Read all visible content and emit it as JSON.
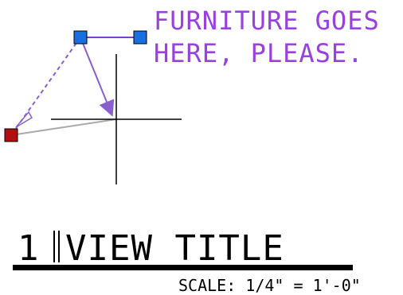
{
  "annotation": {
    "line1": "FURNITURE GOES",
    "line2": "HERE, PLEASE.",
    "color": "#9a3fe0"
  },
  "view_title": {
    "number": "1",
    "title": "VIEW TITLE",
    "scale": "SCALE: 1/4\" = 1'-0\""
  },
  "colors": {
    "leader": "#8a5fd0",
    "grip_selected": "#b01010",
    "grip_unselected": "#1a6fe0",
    "crosshair": "#000000",
    "rubber_band": "#aaaaaa",
    "title_bar": "#000000"
  },
  "icons": {
    "grip": "square-grip-icon",
    "crosshair": "crosshair-cursor-icon",
    "arrowhead": "arrowhead-icon"
  }
}
